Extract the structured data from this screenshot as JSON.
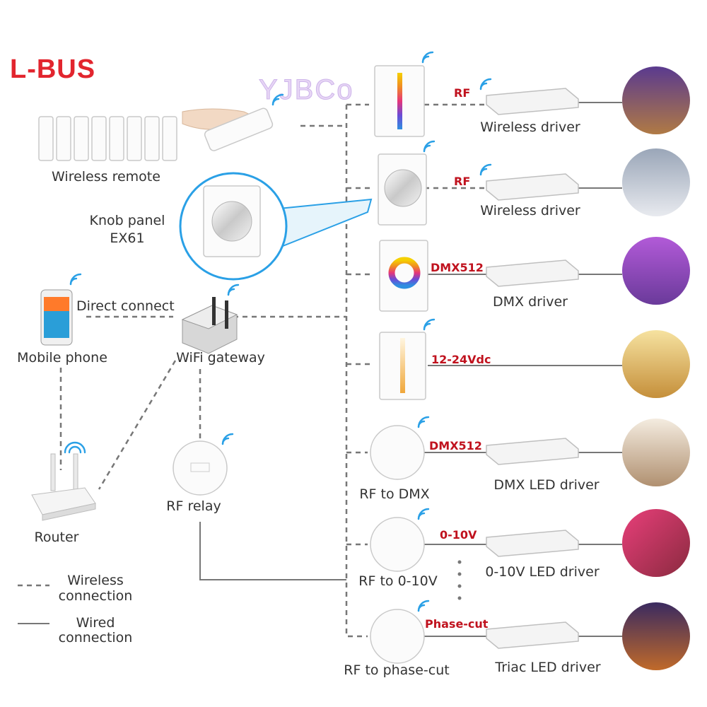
{
  "brand": {
    "lbus": "L-BUS",
    "yjbc": "YJBCo",
    "registered": "®"
  },
  "labels": {
    "wireless_remote": "Wireless remote",
    "knob_panel_line1": "Knob panel",
    "knob_panel_line2": "EX61",
    "direct_connect": "Direct connect",
    "mobile_phone": "Mobile phone",
    "wifi_gateway": "WiFi gateway",
    "router": "Router",
    "rf_relay": "RF relay",
    "rf_to_dmx": "RF to DMX",
    "rf_to_010v": "RF to 0-10V",
    "rf_to_phasecut": "RF to phase-cut"
  },
  "rows": [
    {
      "signal": "RF",
      "driver": "Wireless driver"
    },
    {
      "signal": "RF",
      "driver": "Wireless driver"
    },
    {
      "signal": "DMX512",
      "driver": "DMX driver"
    },
    {
      "signal": "12-24Vdc",
      "driver": ""
    },
    {
      "signal": "DMX512",
      "driver": "DMX LED driver"
    },
    {
      "signal": "0-10V",
      "driver": "0-10V LED driver"
    },
    {
      "signal": "Phase-cut",
      "driver": "Triac LED driver"
    }
  ],
  "legend": {
    "wireless_line1": "Wireless",
    "wireless_line2": "connection",
    "wired_line1": "Wired",
    "wired_line2": "connection"
  },
  "colors": {
    "brand_red": "#e2252e",
    "signal_red": "#c0121e",
    "wifi_blue": "#2aa0e6",
    "line_gray": "#777777"
  }
}
